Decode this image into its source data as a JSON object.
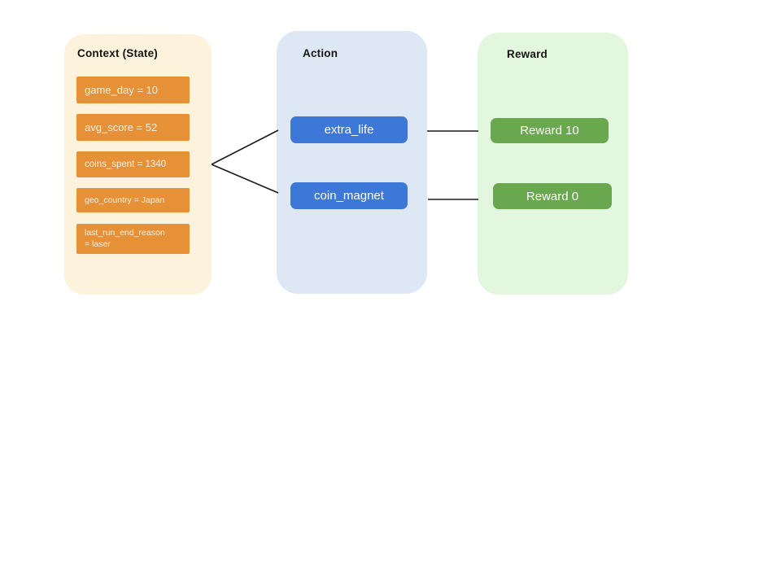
{
  "page": {
    "background": "#ffffff"
  },
  "diagram": {
    "columns": [
      {
        "id": "context",
        "label": "Context (State)",
        "panel_bg": "#fdf3dd",
        "item_bg": "#e69138",
        "item_text_color": "#faf0e1",
        "items": [
          {
            "label": "game_day = 10"
          },
          {
            "label": "avg_score = 52"
          },
          {
            "label": "coins_spent = 1340"
          },
          {
            "label": "geo_country = Japan"
          },
          {
            "label": "last_run_end_reason = laser"
          }
        ]
      },
      {
        "id": "action",
        "label": "Action",
        "panel_bg": "#dde8f4",
        "item_bg": "#3d78d8",
        "item_text_color": "#ffffff",
        "items": [
          {
            "label": "extra_life"
          },
          {
            "label": "coin_magnet"
          }
        ]
      },
      {
        "id": "reward",
        "label": "Reward",
        "panel_bg": "#e3f7df",
        "item_bg": "#6aa84f",
        "item_text_color": "#fbfdf9",
        "items": [
          {
            "label": "Reward 10"
          },
          {
            "label": "Reward 0"
          }
        ]
      }
    ],
    "edges": [
      {
        "from": "context:coins_spent = 1340",
        "to": "action:extra_life"
      },
      {
        "from": "context:coins_spent = 1340",
        "to": "action:coin_magnet"
      },
      {
        "from": "action:extra_life",
        "to": "reward:Reward 10"
      },
      {
        "from": "action:coin_magnet",
        "to": "reward:Reward 0"
      }
    ],
    "edge_color": "#1b1b1b"
  }
}
